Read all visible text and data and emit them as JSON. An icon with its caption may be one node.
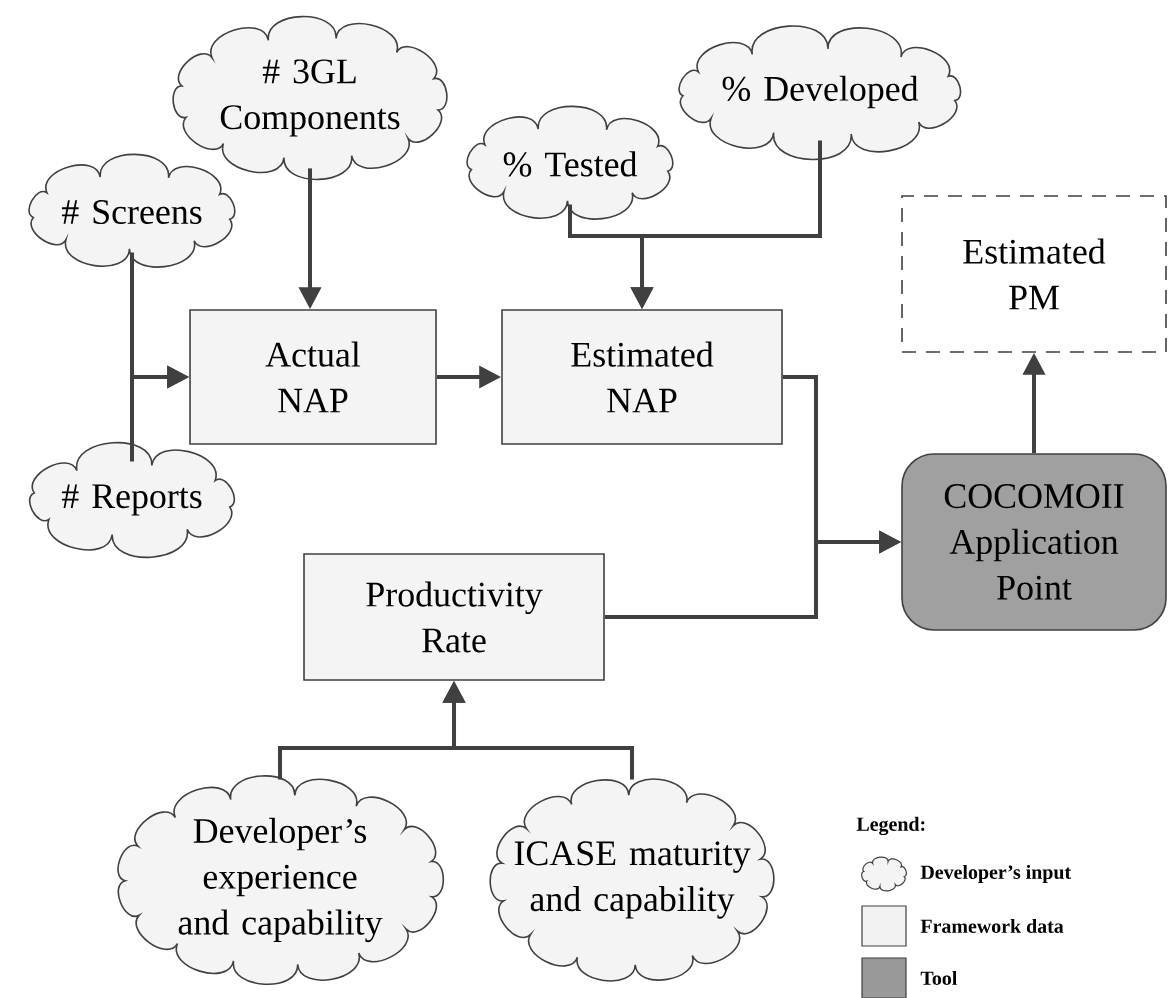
{
  "diagram": {
    "nodes": [
      {
        "text": [
          "# 3GL Components"
        ]
      },
      {
        "text": [
          "% Developed"
        ]
      },
      {
        "text": [
          "% Tested"
        ]
      },
      {
        "text": [
          "# Screens"
        ]
      },
      {
        "text": [
          "Actual NAP"
        ]
      },
      {
        "text": [
          "Estimated NAP"
        ]
      },
      {
        "text": [
          "Estimated PM"
        ]
      },
      {
        "text": [
          "# Reports"
        ]
      },
      {
        "text": [
          "COCOMOII Application Point"
        ]
      },
      {
        "text": [
          "Productivity Rate"
        ]
      },
      {
        "text": [
          "Developer’s experience and capability"
        ]
      },
      {
        "text": [
          "ICASE maturity and capability"
        ]
      }
    ],
    "edges": [
      {
        "from": 0,
        "to": 4,
        "arrow": "to"
      },
      {
        "from": 3,
        "to": 4,
        "arrow": "to"
      },
      {
        "from": 7,
        "to": 4,
        "arrow": "to"
      },
      {
        "from": 4,
        "to": 5,
        "arrow": "to"
      },
      {
        "from": 2,
        "to": 5,
        "arrow": "to"
      },
      {
        "from": 1,
        "to": 5,
        "arrow": "to"
      },
      {
        "from": 5,
        "to": 8,
        "arrow": "to"
      },
      {
        "from": 9,
        "to": 8,
        "arrow": "to"
      },
      {
        "from": 8,
        "to": 6,
        "arrow": "to"
      },
      {
        "from": 10,
        "to": 9,
        "arrow": "to"
      },
      {
        "from": 11,
        "to": 9,
        "arrow": "to"
      }
    ],
    "labels": [
      "Legend:"
    ],
    "legend": [
      {
        "text": "Developer’s input"
      },
      {
        "text": "Framework data",
        "color": "#f2f2f2"
      },
      {
        "text": "Tool",
        "color": "#999999"
      }
    ]
  }
}
